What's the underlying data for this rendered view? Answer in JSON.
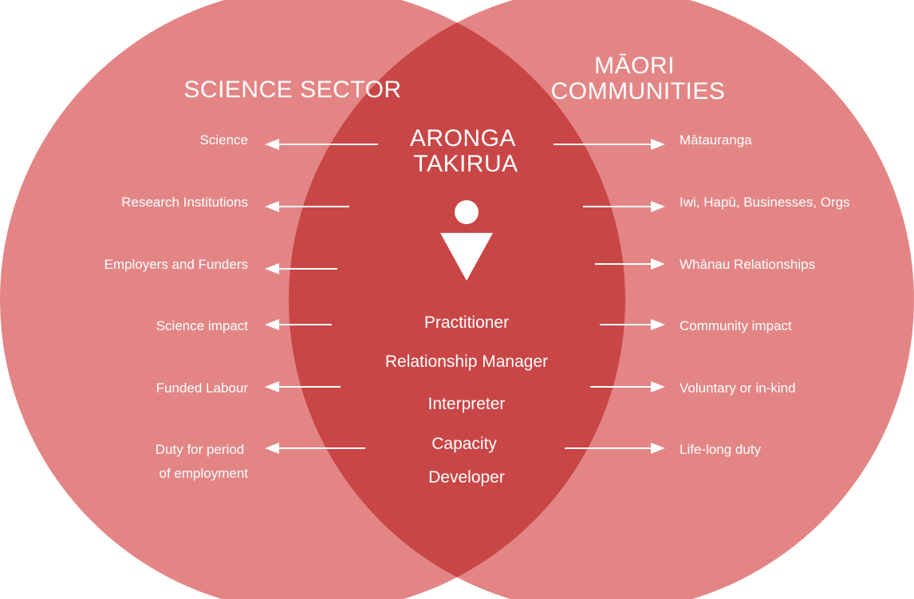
{
  "colors": {
    "background": "#ffffff",
    "circle_fill": "#e38585",
    "overlap_fill": "#c94646",
    "text": "#ffffff",
    "arrow": "#ffffff"
  },
  "science": {
    "title": "SCIENCE SECTOR",
    "items": [
      "Science",
      "Research Institutions",
      "Employers and Funders",
      "Science impact",
      "Funded Labour",
      [
        "Duty for period",
        "of employment"
      ]
    ]
  },
  "maori": {
    "title": [
      "MĀORI",
      "COMMUNITIES"
    ],
    "items": [
      "Mātauranga",
      "Iwi, Hapū, Businesses, Orgs",
      "Whānau Relationships",
      "Community impact",
      "Voluntary or in-kind",
      "Life-long duty"
    ]
  },
  "center": {
    "title": [
      "ARONGA",
      "TAKIRUA"
    ],
    "icon": "person-icon",
    "roles": [
      "Practitioner",
      "Relationship Manager",
      "Interpreter",
      [
        "Capacity",
        "Developer"
      ]
    ]
  }
}
